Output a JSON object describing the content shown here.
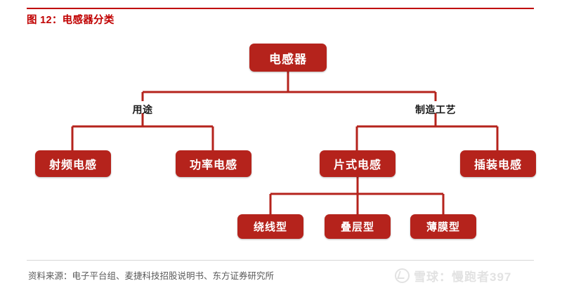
{
  "figure": {
    "title": "图 12：电感器分类",
    "title_color": "#C00000",
    "rule_color": "#C00000"
  },
  "diagram": {
    "type": "tree",
    "node_fill": "#B5231C",
    "node_text_color": "#FFFFFF",
    "connector_color": "#B5231C",
    "root": {
      "label": "电感器"
    },
    "branches": [
      {
        "label": "用途",
        "children": [
          {
            "label": "射频电感"
          },
          {
            "label": "功率电感"
          }
        ]
      },
      {
        "label": "制造工艺",
        "children": [
          {
            "label": "片式电感"
          },
          {
            "label": "插装电感"
          }
        ]
      }
    ],
    "chip_children": [
      {
        "label": "绕线型"
      },
      {
        "label": "叠层型"
      },
      {
        "label": "薄膜型"
      }
    ]
  },
  "footer": {
    "source": "资料来源：电子平台组、麦捷科技招股说明书、东方证券研究所"
  },
  "watermark": {
    "text": "雪球：慢跑者397",
    "icon": "xueqiu-logo-icon",
    "color": "#E2E2E2"
  }
}
